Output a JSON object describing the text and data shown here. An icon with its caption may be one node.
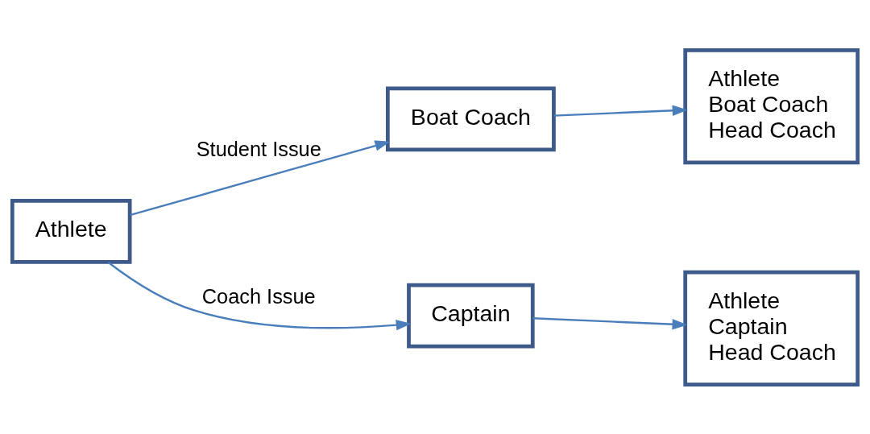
{
  "diagram": {
    "nodes": [
      {
        "text": [
          "Athlete"
        ]
      },
      {
        "text": [
          "Boat Coach"
        ]
      },
      {
        "text": [
          "Athlete",
          "Boat Coach",
          "Head Coach"
        ]
      },
      {
        "text": [
          "Captain"
        ]
      },
      {
        "text": [
          "Athlete",
          "Captain",
          "Head Coach"
        ]
      }
    ],
    "edges": [
      {
        "from": 0,
        "to": 1,
        "arrow": "to",
        "label": "Student Issue"
      },
      {
        "from": 0,
        "to": 3,
        "arrow": "to",
        "label": "Coach Issue"
      },
      {
        "from": 1,
        "to": 2,
        "arrow": "to"
      },
      {
        "from": 3,
        "to": 4,
        "arrow": "to"
      }
    ]
  }
}
